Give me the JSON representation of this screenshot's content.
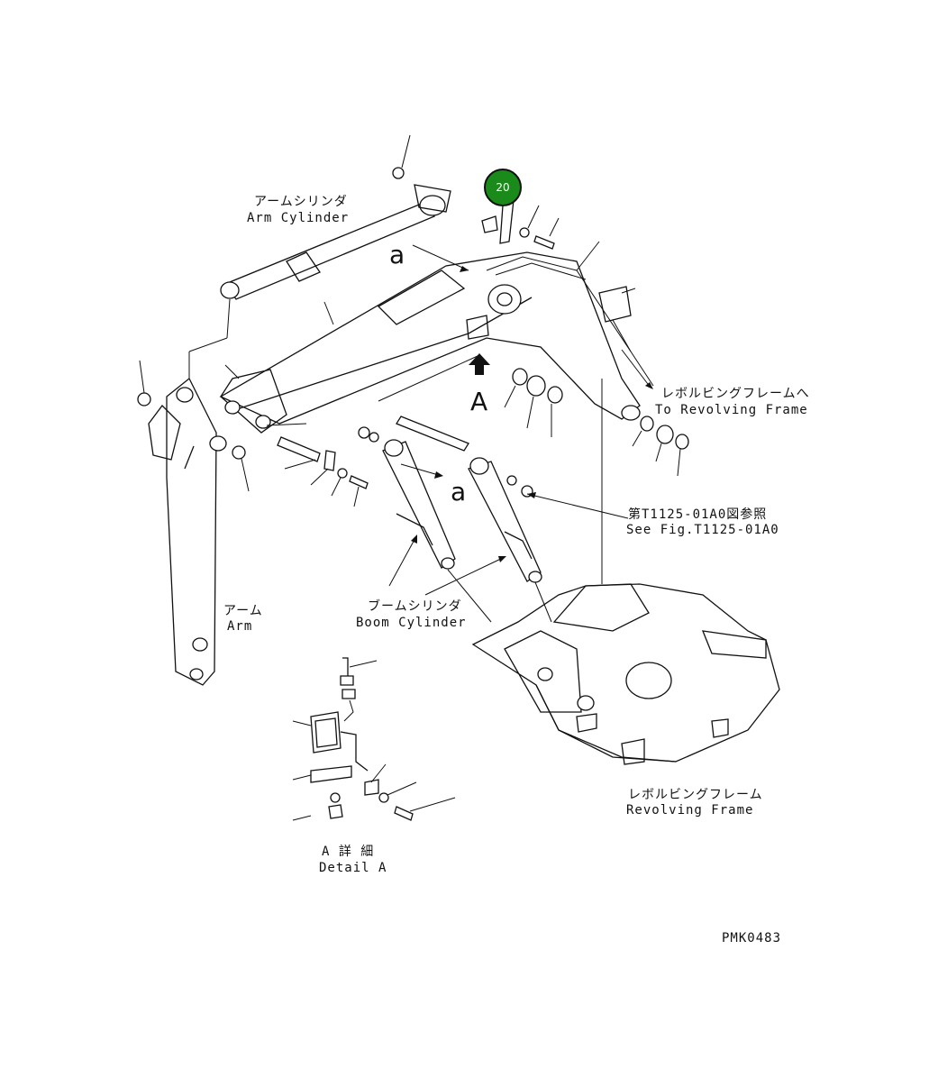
{
  "labels": {
    "arm_cylinder_jp": "アームシリンダ",
    "arm_cylinder_en": "Arm Cylinder",
    "to_frame_jp": "レボルビングフレームへ",
    "to_frame_en": "To Revolving Frame",
    "see_fig_jp": "第T1125-01A0図参照",
    "see_fig_en": "See Fig.T1125-01A0",
    "boom_cylinder_jp": "ブームシリンダ",
    "boom_cylinder_en": "Boom Cylinder",
    "arm_jp": "アーム",
    "arm_en": "Arm",
    "revolving_frame_jp": "レボルビングフレーム",
    "revolving_frame_en": "Revolving Frame",
    "detail_jp": "A 詳 細",
    "detail_en": "Detail A",
    "view_a": "A",
    "ref_a_upper": "a",
    "ref_a_lower": "a",
    "figure_code": "PMK0483"
  },
  "callout": {
    "number": "20",
    "color": "#1a8a1a"
  }
}
